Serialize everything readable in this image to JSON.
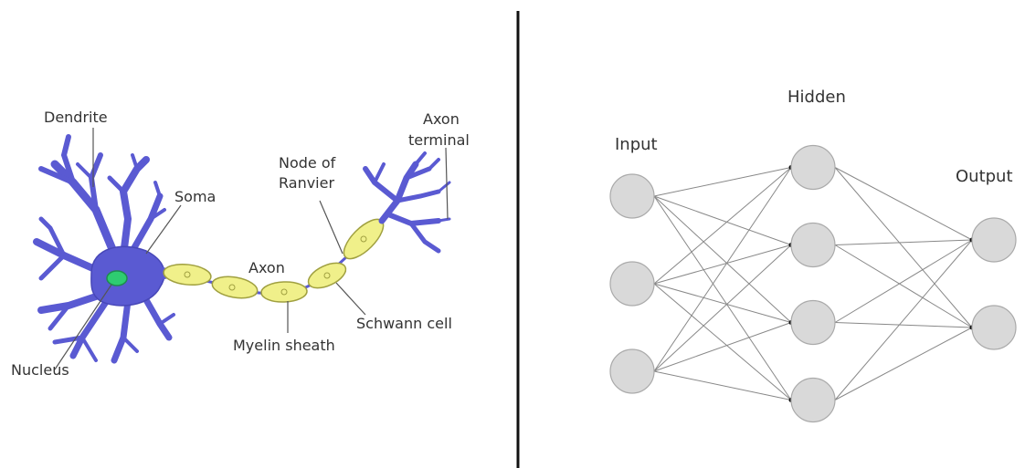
{
  "neuron": {
    "labels": {
      "dendrite": "Dendrite",
      "soma": "Soma",
      "nucleus": "Nucleus",
      "axon": "Axon",
      "myelin_sheath": "Myelin sheath",
      "node_of_ranvier_line1": "Node of",
      "node_of_ranvier_line2": "Ranvier",
      "schwann_cell": "Schwann cell",
      "axon_terminal_line1": "Axon",
      "axon_terminal_line2": "terminal"
    },
    "colors": {
      "cell_body": "#5a5ad2",
      "nucleus": "#2ecc71",
      "myelin": "#f0f08a",
      "myelin_outline": "#a0a040"
    }
  },
  "network": {
    "labels": {
      "input": "Input",
      "hidden": "Hidden",
      "output": "Output"
    },
    "layers": [
      3,
      4,
      2
    ],
    "colors": {
      "node_fill": "#d9d9d9",
      "node_stroke": "#aaaaaa",
      "edge": "#888888"
    }
  }
}
